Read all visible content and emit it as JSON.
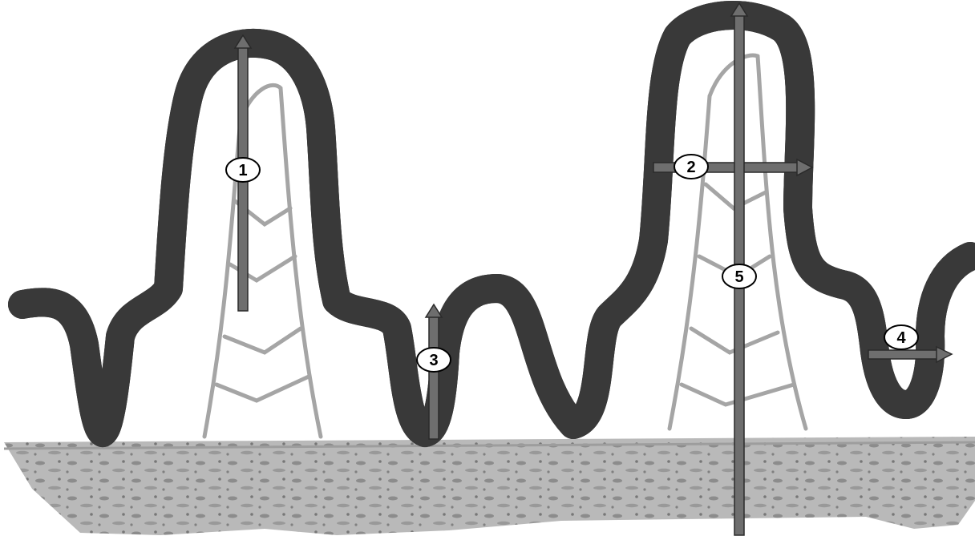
{
  "diagram": {
    "markers": [
      {
        "id": "1",
        "label": "1"
      },
      {
        "id": "2",
        "label": "2"
      },
      {
        "id": "3",
        "label": "3"
      },
      {
        "id": "4",
        "label": "4"
      },
      {
        "id": "5",
        "label": "5"
      }
    ]
  },
  "colors": {
    "epithelium_outline": "#3a3a3a",
    "epithelium_fill": "#efefef",
    "capillary": "#9a9a9a",
    "tissue_band": "#b7b7b7",
    "tissue_dark": "#8a8a8a",
    "arrow_fill": "#6e6e6e",
    "arrow_stroke": "#2a2a2a",
    "marker_fill": "#ffffff",
    "marker_stroke": "#000000"
  }
}
